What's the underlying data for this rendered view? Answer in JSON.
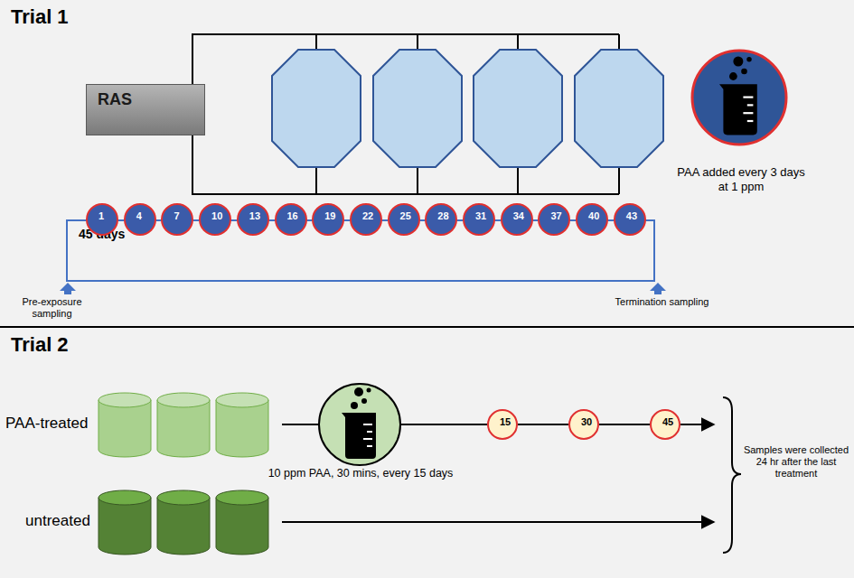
{
  "diagram": {
    "nodes": [
      {
        "text": [
          "Trial 1"
        ]
      },
      {
        "text": [
          "RAS"
        ],
        "in": 0
      },
      {
        "text": [
          "45 days"
        ],
        "in": 0
      },
      {
        "text": [
          "1"
        ],
        "in": 0
      },
      {
        "text": [
          "4"
        ],
        "in": 0
      },
      {
        "text": [
          "7"
        ],
        "in": 0
      },
      {
        "text": [
          "10"
        ],
        "in": 0
      },
      {
        "text": [
          "13"
        ],
        "in": 0
      },
      {
        "text": [
          "16"
        ],
        "in": 0
      },
      {
        "text": [
          "19"
        ],
        "in": 0
      },
      {
        "text": [
          "22"
        ],
        "in": 0
      },
      {
        "text": [
          "25"
        ],
        "in": 0
      },
      {
        "text": [
          "28"
        ],
        "in": 0
      },
      {
        "text": [
          "31"
        ],
        "in": 0
      },
      {
        "text": [
          "34"
        ],
        "in": 0
      },
      {
        "text": [
          "37"
        ],
        "in": 0
      },
      {
        "text": [
          "40"
        ],
        "in": 0
      },
      {
        "text": [
          "43"
        ],
        "in": 0
      },
      {
        "text": [
          "Trial 2"
        ]
      },
      {
        "text": [
          "15"
        ],
        "in": 18
      },
      {
        "text": [
          "30"
        ],
        "in": 18
      },
      {
        "text": [
          "45"
        ],
        "in": 18
      }
    ],
    "edges": [
      {
        "from": 19,
        "to": 20,
        "arrow": "none"
      },
      {
        "from": 20,
        "to": 21,
        "arrow": "none"
      }
    ],
    "labels": [
      "Pre-exposure sampling",
      "Termination sampling",
      "PAA added every 3 days at 1 ppm",
      "PAA-treated",
      "untreated",
      "10 ppm PAA, 30 mins, every 15 days",
      "Samples were collected 24 hr after the last treatment"
    ]
  }
}
